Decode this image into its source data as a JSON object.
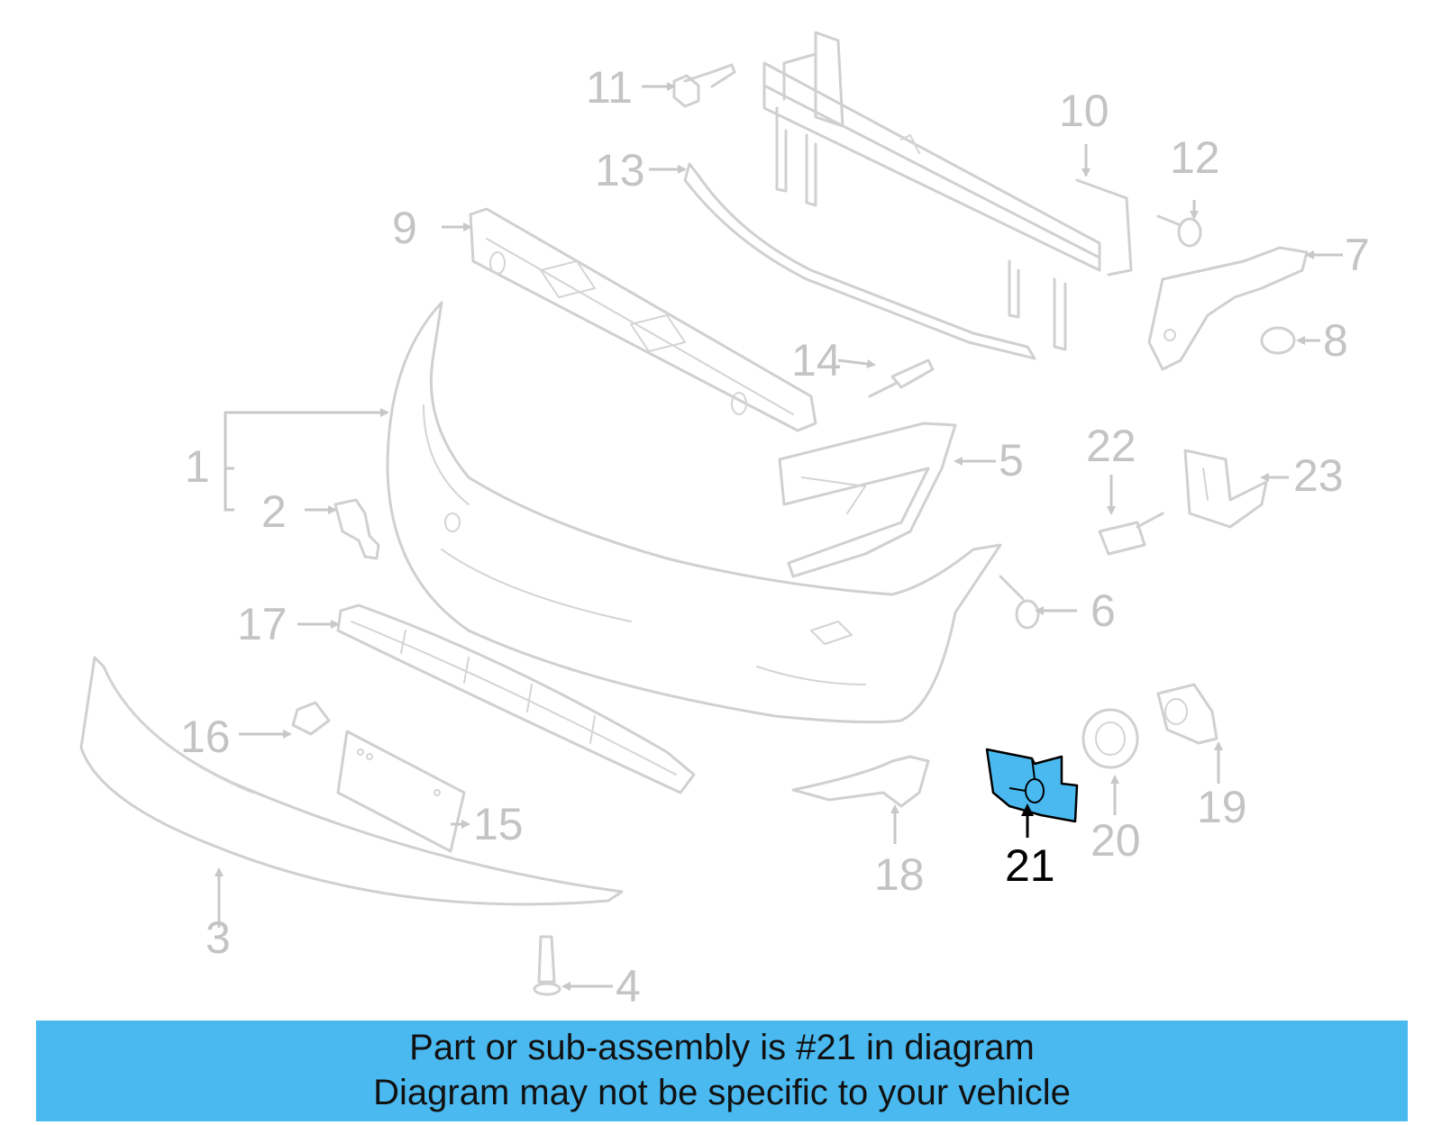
{
  "diagram": {
    "highlight_color": "#4ab9f0",
    "selected_callout": "21",
    "callouts": [
      "1",
      "2",
      "3",
      "4",
      "5",
      "6",
      "7",
      "8",
      "9",
      "10",
      "11",
      "12",
      "13",
      "14",
      "15",
      "16",
      "17",
      "18",
      "19",
      "20",
      "21",
      "22",
      "23"
    ]
  },
  "banner": {
    "line1": "Part or sub-assembly is #21 in diagram",
    "line2": "Diagram may not be specific to your vehicle"
  }
}
